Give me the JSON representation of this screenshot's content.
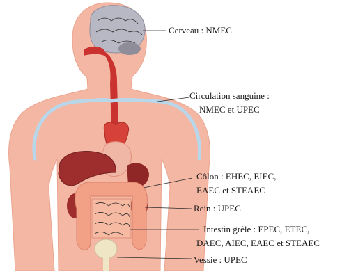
{
  "labels": {
    "brain": "Cerveau : NMEC",
    "circulation_line1": "Circulation sanguine :",
    "circulation_line2": "NMEC et UPEC",
    "colon_line1": "Côlon : EHEC, EIEC,",
    "colon_line2": "EAEC et STEAEC",
    "kidney": "Rein : UPEC",
    "intestine_line1": "Intestin grêle : EPEC, ETEC,",
    "intestine_line2": "DAEC, AIEC, EAEC et STEAEC",
    "bladder": "Vessie : UPEC"
  },
  "colors": {
    "skin": "#f4b7a3",
    "skin_shadow": "#e99b86",
    "brain": "#b8b7c4",
    "esophagus": "#c9322e",
    "vessel": "#b9d7ea",
    "heart": "#d6423a",
    "liver": "#9e2d2d",
    "intestine": "#f2a187",
    "bladder": "#efe6c6"
  }
}
